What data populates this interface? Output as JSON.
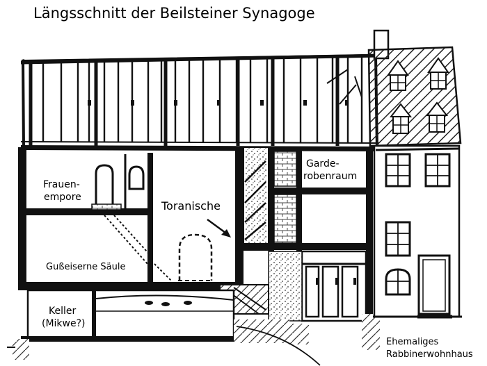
{
  "title": "Längsschnitt der Beilsteiner Synagoge",
  "labels": {
    "frauenempore_line1": "Frauen-",
    "frauenempore_line2": "empore",
    "toranische": "Toranische",
    "garderobenraum_line1": "Garde-",
    "garderobenraum_line2": "robenraum",
    "saeule": "Gußeiserne Säule",
    "keller_line1": "Keller",
    "keller_line2": "(Mikwe?)",
    "rabbiner_line1": "Ehemaliges",
    "rabbiner_line2": "Rabbinerwohnhaus"
  },
  "colors": {
    "ink": "#111111",
    "paper": "#ffffff",
    "hatch": "#333333"
  }
}
